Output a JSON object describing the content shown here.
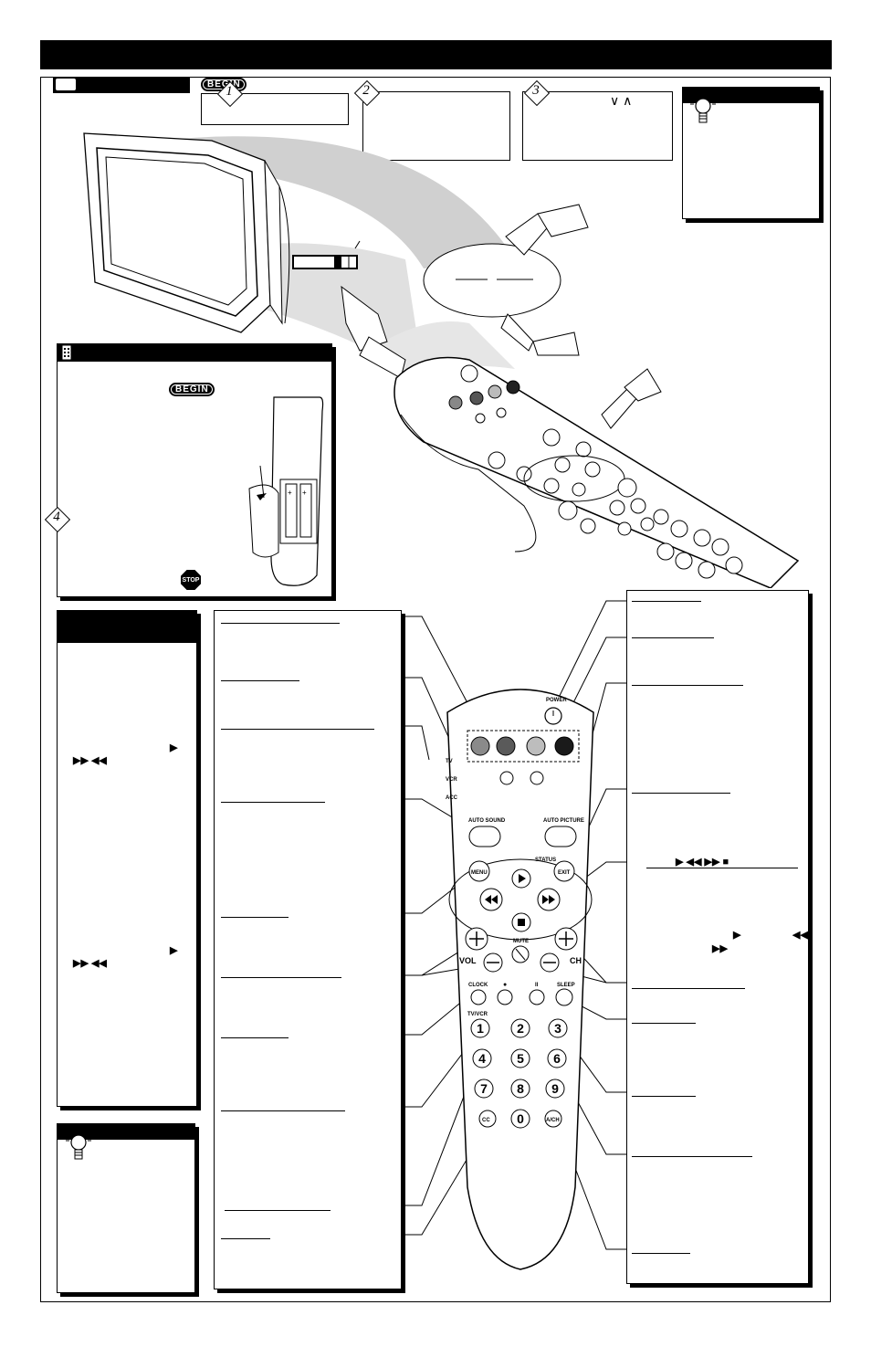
{
  "begin_label": "BEGIN",
  "stop_label": "STOP",
  "steps": [
    {
      "number": "1"
    },
    {
      "number": "2"
    },
    {
      "number": "3",
      "arrows": "∨   ∧"
    },
    {
      "number": "4"
    }
  ],
  "remote_labels": {
    "power": "POWER",
    "tv": "TV",
    "vcr": "VCR",
    "acc": "ACC",
    "auto_sound": "AUTO SOUND",
    "auto_picture": "AUTO PICTURE",
    "status": "STATUS",
    "menu": "MENU",
    "exit": "EXIT",
    "mute": "MUTE",
    "vol": "VOL",
    "ch": "CH",
    "clock": "CLOCK",
    "sleep": "SLEEP",
    "tv_vcr": "TV/VCR",
    "cc": "CC",
    "a_ch": "A/CH",
    "pause": "II",
    "record": "●",
    "digits": [
      "1",
      "2",
      "3",
      "4",
      "5",
      "6",
      "7",
      "8",
      "9",
      "0"
    ]
  },
  "left_sidebar": {
    "play_symbol": "▶",
    "ff_rew_symbols": "▶▶ ◀◀"
  },
  "right_callouts": {
    "transport_symbols": "▶ ◀◀ ▶▶   ■",
    "play_symbol": "▶",
    "rew_symbol": "◀◀",
    "ff_symbol": "▶▶"
  }
}
